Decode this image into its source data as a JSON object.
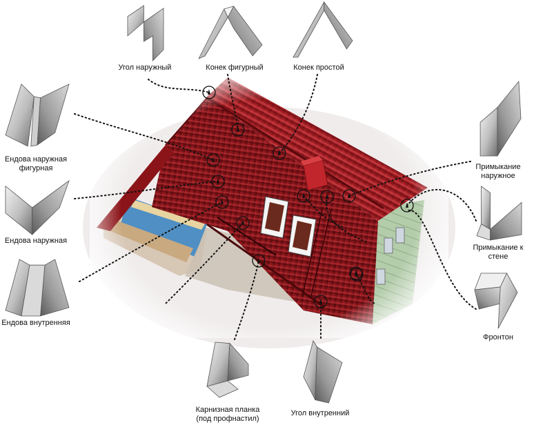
{
  "elements": [
    {
      "key": "ugol_naruzhny",
      "lines": [
        "Угол наружный"
      ],
      "icon": "outer-corner-flashing-icon"
    },
    {
      "key": "konek_figurny",
      "lines": [
        "Конек фигурный"
      ],
      "icon": "shaped-ridge-flashing-icon"
    },
    {
      "key": "konek_prostoy",
      "lines": [
        "Конек простой"
      ],
      "icon": "simple-ridge-flashing-icon"
    },
    {
      "key": "endova_naruzh_fig",
      "lines": [
        "Ендова наружная",
        "фигурная"
      ],
      "icon": "shaped-outer-valley-icon"
    },
    {
      "key": "endova_naruzh",
      "lines": [
        "Ендова наружная"
      ],
      "icon": "outer-valley-icon"
    },
    {
      "key": "endova_vnutr",
      "lines": [
        "Ендова внутренняя"
      ],
      "icon": "inner-valley-icon"
    },
    {
      "key": "primyk_naruzh",
      "lines": [
        "Примыкание",
        "наружное"
      ],
      "icon": "outer-abutment-icon"
    },
    {
      "key": "primyk_stene",
      "lines": [
        "Примыкание к",
        "стене"
      ],
      "icon": "wall-abutment-icon"
    },
    {
      "key": "fronton",
      "lines": [
        "Фронтон"
      ],
      "icon": "gable-trim-icon"
    },
    {
      "key": "karniz",
      "lines": [
        "Карнизная планка",
        "(под профнастил)"
      ],
      "icon": "eave-strip-icon"
    },
    {
      "key": "ugol_vnutr",
      "lines": [
        "Угол внутренний"
      ],
      "icon": "inner-corner-flashing-icon"
    }
  ],
  "colors": {
    "roof": "#a51e24",
    "roof_dark": "#6e0f14",
    "metal_light": "#e4e4e4",
    "metal_dark": "#7a7a7a",
    "wall": "#a8c39f",
    "leader": "#111111"
  }
}
